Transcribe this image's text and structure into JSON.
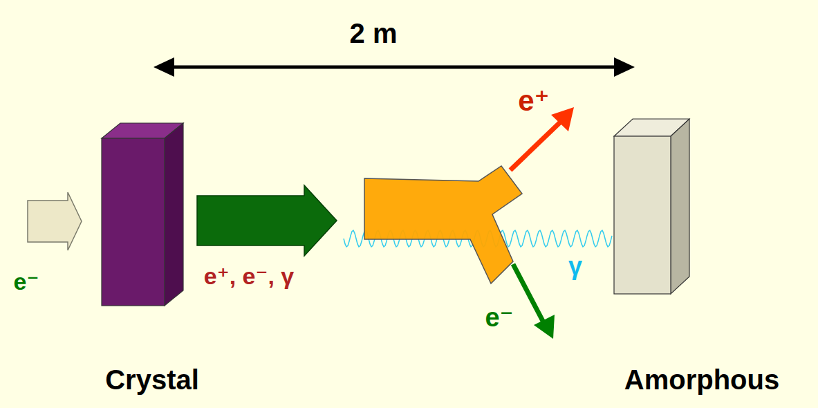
{
  "diagram": {
    "nodes": [
      {
        "text": [
          "Crystal"
        ]
      },
      {
        "text": [
          "Amorphous"
        ]
      }
    ],
    "labels": [
      "2 m",
      "e⁻",
      "e⁺, e⁻, γ",
      "e⁺",
      "e⁻",
      "γ"
    ]
  }
}
